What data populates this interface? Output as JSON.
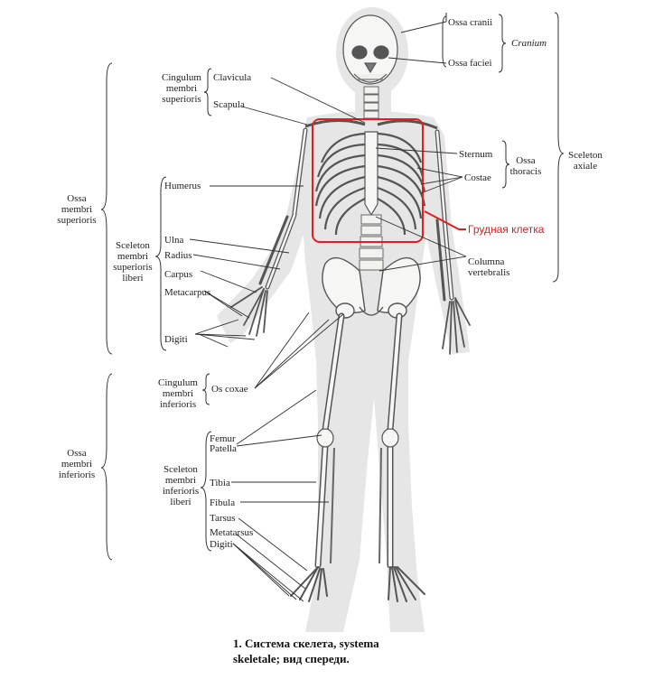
{
  "labels": {
    "ossa_cranii": "Ossa cranii",
    "ossa_faciei": "Ossa faciei",
    "cranium": "Cranium",
    "cingulum_sup_1": "Cingulum",
    "cingulum_sup_2": "membri",
    "cingulum_sup_3": "superioris",
    "clavicula": "Clavicula",
    "scapula": "Scapula",
    "ossa_sup_1": "Ossa",
    "ossa_sup_2": "membri",
    "ossa_sup_3": "superioris",
    "humerus": "Humerus",
    "sceleton_sup_1": "Sceleton",
    "sceleton_sup_2": "membri",
    "sceleton_sup_3": "superioris",
    "sceleton_sup_4": "liberi",
    "ulna": "Ulna",
    "radius": "Radius",
    "carpus": "Carpus",
    "metacarpus": "Metacarpus",
    "digiti_hand": "Digiti",
    "sternum": "Sternum",
    "costae": "Costae",
    "ossa_thoracis_1": "Ossa",
    "ossa_thoracis_2": "thoracis",
    "sceleton_axiale_1": "Sceleton",
    "sceleton_axiale_2": "axiale",
    "grudnaya_kletka": "Грудная клетка",
    "columna_1": "Columna",
    "columna_2": "vertebralis",
    "cingulum_inf_1": "Cingulum",
    "cingulum_inf_2": "membri",
    "cingulum_inf_3": "inferioris",
    "os_coxae": "Os coxae",
    "ossa_inf_1": "Ossa",
    "ossa_inf_2": "membri",
    "ossa_inf_3": "inferioris",
    "femur": "Femur",
    "patella": "Patella",
    "sceleton_inf_1": "Sceleton",
    "sceleton_inf_2": "membri",
    "sceleton_inf_3": "inferioris",
    "sceleton_inf_4": "liberi",
    "tibia": "Tibia",
    "fibula": "Fibula",
    "tarsus": "Tarsus",
    "metatarsus": "Metatarsus",
    "digiti_foot": "Digiti"
  },
  "caption": {
    "line1": "1. Система скелета, systema",
    "line2": "skeletale; вид спереди."
  },
  "colors": {
    "highlight": "#e02020",
    "leader": "#333333",
    "body_silhouette": "#e4e4e4",
    "bone": "#f7f7f5"
  }
}
